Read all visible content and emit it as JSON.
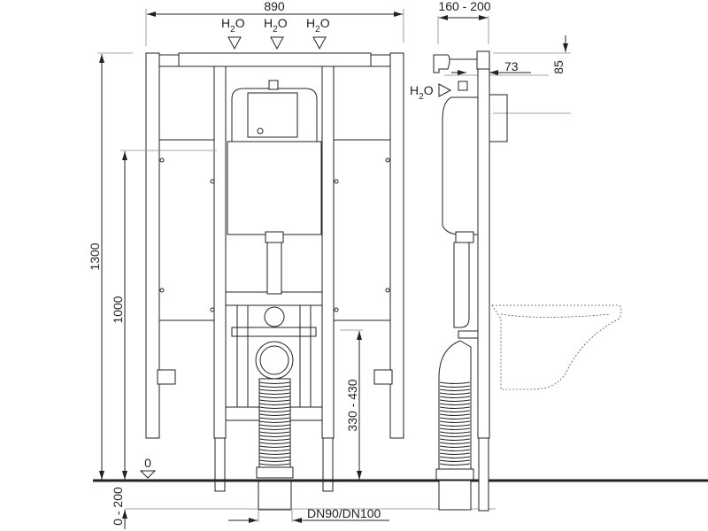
{
  "front_view": {
    "width_dim": "890",
    "height_total_dim": "1300",
    "height_cistern_dim": "1000",
    "drain_height_dim": "330 - 430",
    "floor_offset_dim": "0 - 200",
    "floor_level": "0",
    "drain_label": "DN90/DN100",
    "water_inlets": [
      {
        "main": "H",
        "sub": "2",
        "tail": "O"
      },
      {
        "main": "H",
        "sub": "2",
        "tail": "O"
      },
      {
        "main": "H",
        "sub": "2",
        "tail": "O"
      }
    ]
  },
  "side_view": {
    "depth_dim": "160 - 200",
    "offset_dim": "73",
    "top_dim": "85",
    "water_inlet": {
      "main": "H",
      "sub": "2",
      "tail": "O"
    }
  },
  "colors": {
    "line": "#222222",
    "background": "#ffffff"
  }
}
